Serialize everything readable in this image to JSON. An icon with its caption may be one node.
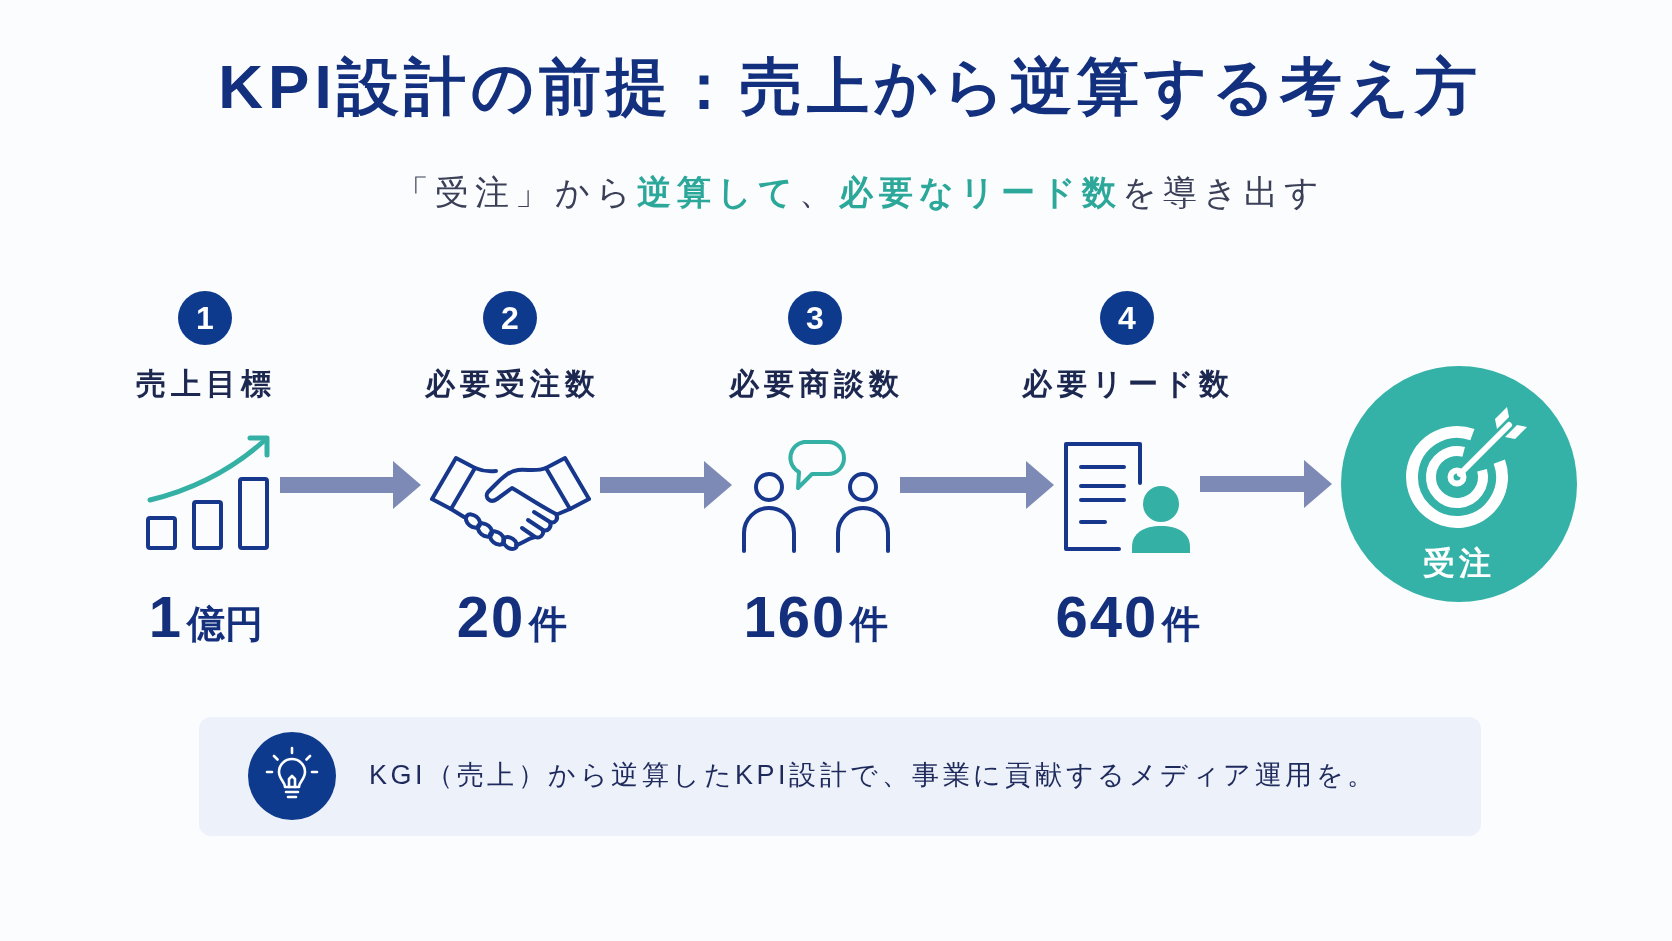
{
  "diagram": {
    "title": "KPI設計の前提：売上から逆算する考え方",
    "nodes": [
      {
        "text": [
          "1"
        ],
        "beside": [
          "売上目標"
        ]
      },
      {
        "text": [],
        "shape": "picture",
        "beside": [
          "1億円"
        ]
      },
      {
        "text": [
          "2"
        ],
        "beside": [
          "必要受注数"
        ]
      },
      {
        "text": [],
        "shape": "picture",
        "beside": [
          "20件"
        ]
      },
      {
        "text": [
          "3"
        ],
        "beside": [
          "必要商談数"
        ]
      },
      {
        "text": [],
        "shape": "picture",
        "beside": [
          "160件"
        ]
      },
      {
        "text": [
          "4"
        ],
        "beside": [
          "必要リード数"
        ]
      },
      {
        "text": [],
        "shape": "picture",
        "beside": [
          "640件"
        ]
      },
      {
        "text": [
          "受注"
        ]
      },
      {
        "text": [
          "KGI（売上）から逆算したKPI設計で、事業に貢献するメディア運用を。"
        ]
      }
    ],
    "edges": [
      {
        "from": 1,
        "to": 3,
        "arrow": "to"
      },
      {
        "from": 3,
        "to": 5,
        "arrow": "to"
      },
      {
        "from": 5,
        "to": 7,
        "arrow": "to"
      },
      {
        "from": 7,
        "to": 8,
        "arrow": "to"
      }
    ],
    "labels": [
      "「受注」から**逆算して**、**必要なリード数**を導き出す"
    ]
  }
}
